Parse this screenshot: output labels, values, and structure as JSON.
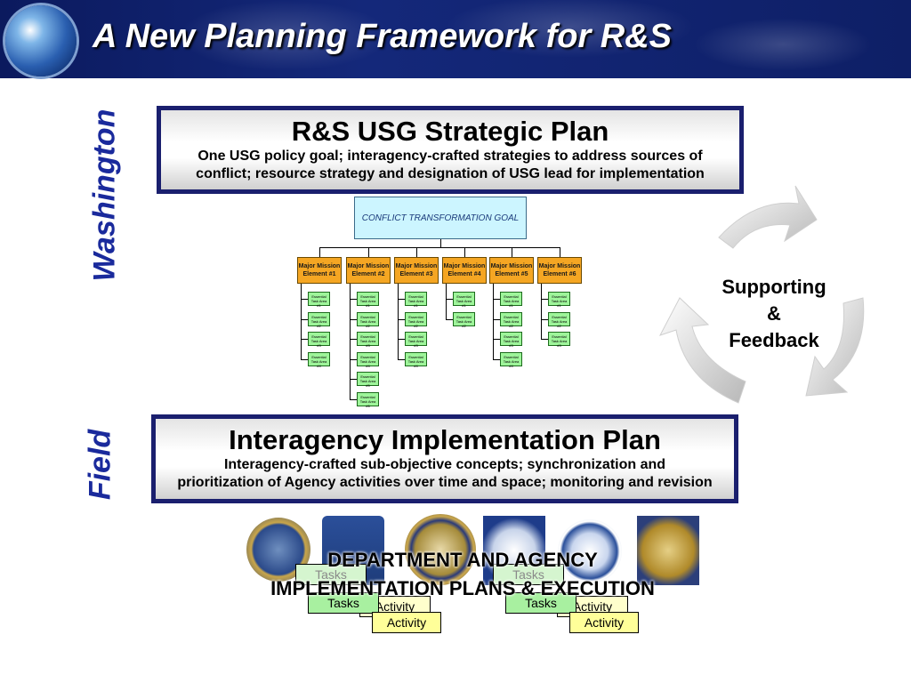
{
  "title": "A New Planning Framework for R&S",
  "side_labels": {
    "top": "Washington",
    "bottom": "Field"
  },
  "strategic_plan": {
    "heading": "R&S USG Strategic Plan",
    "line1": "One USG policy goal; interagency-crafted strategies to address sources of",
    "line2": "conflict; resource strategy and designation of USG lead for implementation"
  },
  "goal_box": "CONFLICT TRANSFORMATION GOAL",
  "mission_elements": [
    {
      "line1": "Major Mission",
      "line2": "Element #1",
      "tasks": [
        "Essential Task Area #1",
        "Essential Task Area #2",
        "Essential Task Area #3",
        "Essential Task Area #4"
      ]
    },
    {
      "line1": "Major Mission",
      "line2": "Element #2",
      "tasks": [
        "Essential Task Area #1",
        "Essential Task Area #2",
        "Essential Task Area #3",
        "Essential Task Area #4",
        "Essential Task Area #5",
        "Essential Task Area #6"
      ]
    },
    {
      "line1": "Major Mission",
      "line2": "Element #3",
      "tasks": [
        "Essential Task Area #1",
        "Essential Task Area #2",
        "Essential Task Area #3",
        "Essential Task Area #4"
      ]
    },
    {
      "line1": "Major Mission",
      "line2": "Element #4",
      "tasks": [
        "Essential Task Area #1",
        "Essential Task Area #2"
      ]
    },
    {
      "line1": "Major Mission",
      "line2": "Element #5",
      "tasks": [
        "Essential Task Area #1",
        "Essential Task Area #2",
        "Essential Task Area #3",
        "Essential Task Area #4"
      ]
    },
    {
      "line1": "Major Mission",
      "line2": "Element #6",
      "tasks": [
        "Essential Task Area #1",
        "Essential Task Area #2",
        "Essential Task Area #3"
      ]
    }
  ],
  "supporting": {
    "line1": "Supporting",
    "line2": "&",
    "line3": "Feedback"
  },
  "implementation_plan": {
    "heading": "Interagency Implementation Plan",
    "line1": "Interagency-crafted sub-objective concepts; synchronization and",
    "line2": "prioritization of Agency activities over time and space; monitoring and revision"
  },
  "dept": {
    "line1": "DEPARTMENT AND AGENCY",
    "line2": "IMPLEMENTATION PLANS & EXECUTION"
  },
  "notes": {
    "tasks": "Tasks",
    "activity": "Activity"
  },
  "colors": {
    "title_bar": "#0e1f66",
    "panel_border": "#1a1f6e",
    "side_label": "#1a2a9c",
    "mission_element": "#f5a623",
    "task_area": "#9ef59a",
    "goal_box": "#ccf5ff",
    "tasks_note": "#a8f0a0",
    "activity_note": "#ffff99"
  }
}
